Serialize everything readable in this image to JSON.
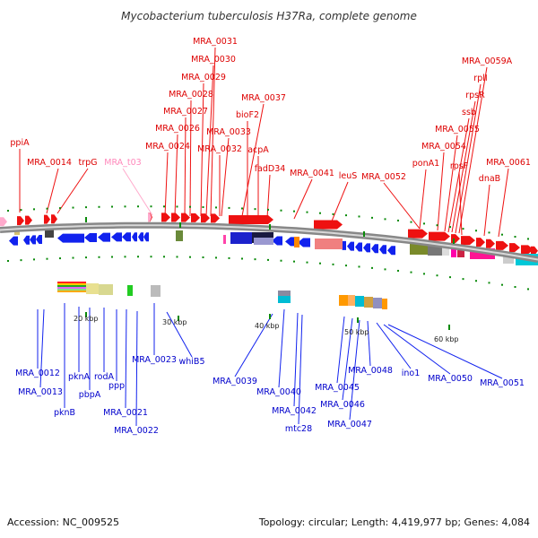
{
  "title": "Mycobacterium tuberculosis H37Ra, complete genome",
  "footer": {
    "accession": "Accession: NC_009525",
    "summary": "Topology: circular; Length: 4,419,977 bp; Genes: 4,084"
  },
  "colors": {
    "forward_strand": "#ee1111",
    "reverse_strand": "#1122ee",
    "rna": "#ff88bb",
    "backbone": "#777777"
  },
  "scale_labels": [
    "20 kbp",
    "30 kbp",
    "40 kbp",
    "50 kbp",
    "60 kbp"
  ],
  "upper_labels": [
    "ppiA",
    "MRA_0014",
    "trpG",
    "MRA_t03",
    "MRA_0031",
    "MRA_0030",
    "MRA_0029",
    "MRA_0028",
    "MRA_0027",
    "MRA_0026",
    "MRA_0024",
    "MRA_0037",
    "bioF2",
    "MRA_0033",
    "MRA_0032",
    "acpA",
    "fadD34",
    "MRA_0041",
    "leuS",
    "MRA_0052",
    "MRA_0059A",
    "rplI",
    "rpsR",
    "ssb",
    "MRA_0055",
    "MRA_0054",
    "rpsF",
    "ponA1",
    "MRA_0061",
    "dnaB"
  ],
  "lower_labels": [
    "MRA_0012",
    "MRA_0013",
    "pknB",
    "pknA",
    "pbpA",
    "rodA",
    "ppp",
    "MRA_0021",
    "MRA_0022",
    "MRA_0023",
    "whiB5",
    "MRA_0039",
    "MRA_0040",
    "MRA_0042",
    "mtc28",
    "MRA_0045",
    "MRA_0046",
    "MRA_0047",
    "MRA_0048",
    "ino1",
    "MRA_0050",
    "MRA_0051"
  ]
}
